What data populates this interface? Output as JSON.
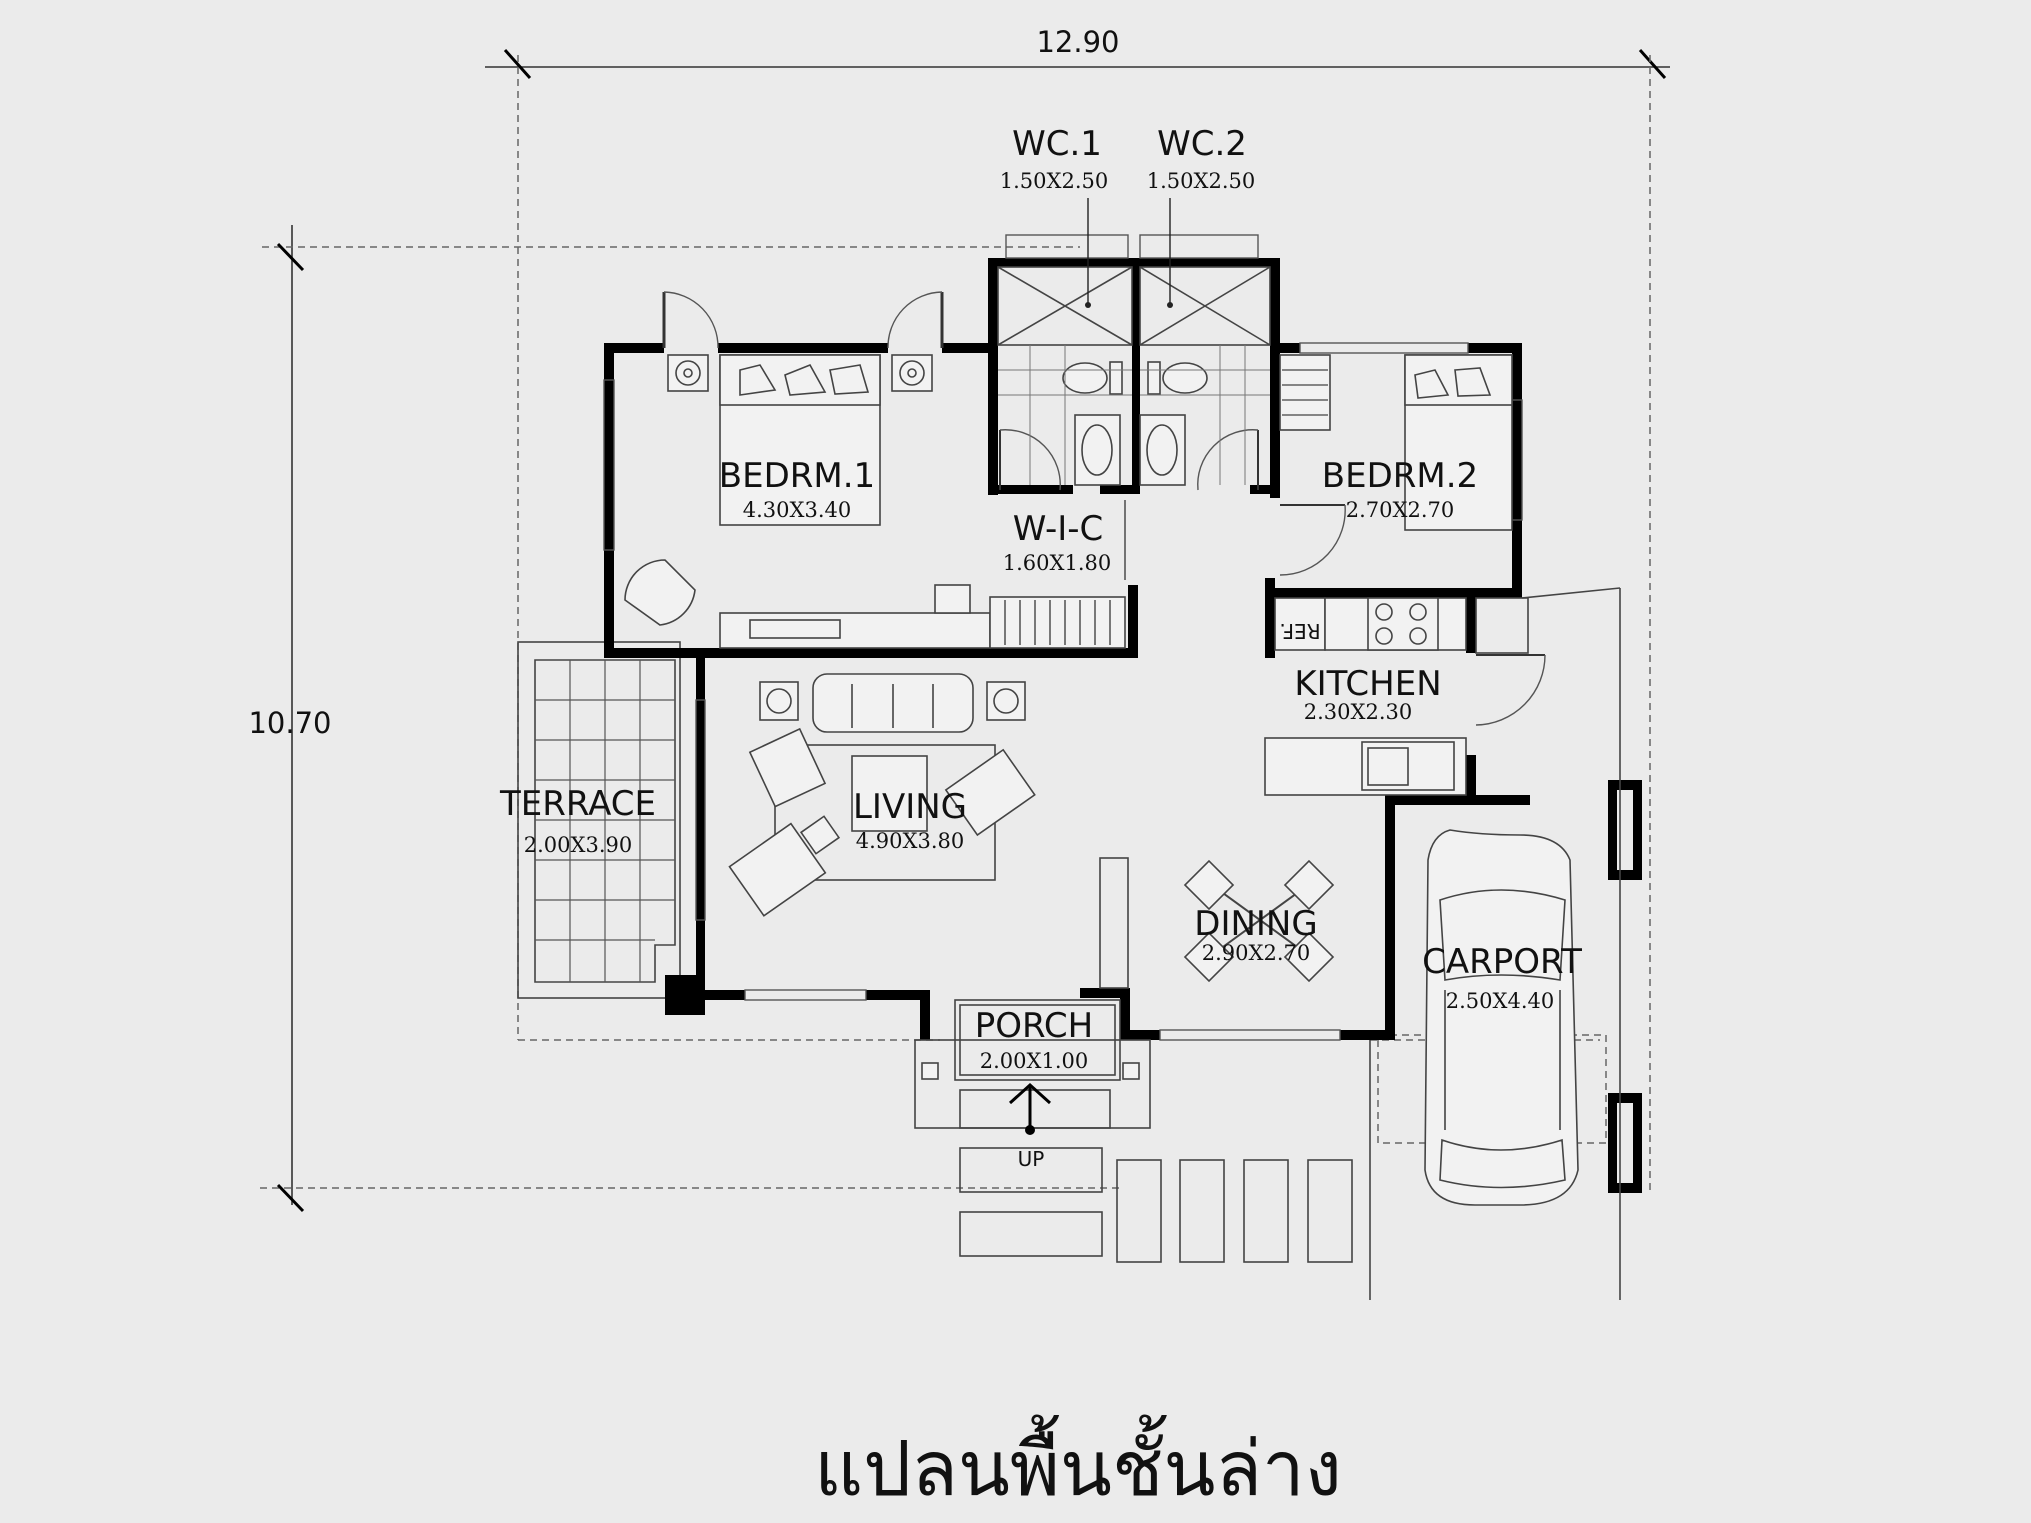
{
  "dimensions": {
    "width": "12.90",
    "height": "10.70"
  },
  "rooms": {
    "wc1": {
      "name": "WC.1",
      "size": "1.50X2.50"
    },
    "wc2": {
      "name": "WC.2",
      "size": "1.50X2.50"
    },
    "bedroom1": {
      "name": "BEDRM.1",
      "size": "4.30X3.40"
    },
    "bedroom2": {
      "name": "BEDRM.2",
      "size": "2.70X2.70"
    },
    "wic": {
      "name": "W-I-C",
      "size": "1.60X1.80"
    },
    "kitchen": {
      "name": "KITCHEN",
      "size": "2.30X2.30"
    },
    "terrace": {
      "name": "TERRACE",
      "size": "2.00X3.90"
    },
    "living": {
      "name": "LIVING",
      "size": "4.90X3.80"
    },
    "dining": {
      "name": "DINING",
      "size": "2.90X2.70"
    },
    "carport": {
      "name": "CARPORT",
      "size": "2.50X4.40"
    },
    "porch": {
      "name": "PORCH",
      "size": "2.00X1.00"
    }
  },
  "labels": {
    "ref": "REF.",
    "up": "UP"
  },
  "title": "แปลนพื้นชั้นล่าง"
}
